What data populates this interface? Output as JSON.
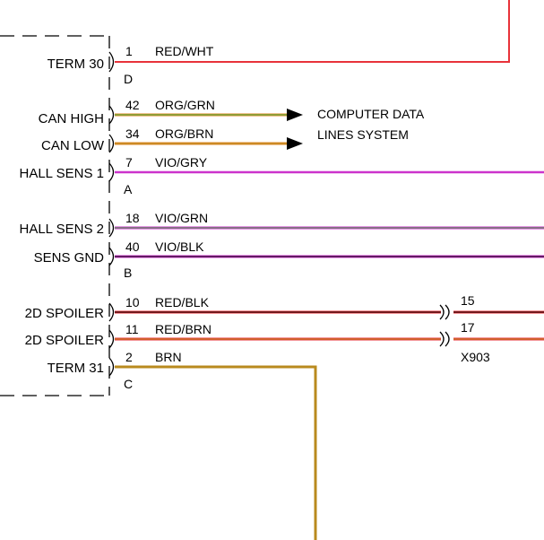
{
  "colors": {
    "red": "#e8323a",
    "white": "#ffffff",
    "orange": "#e08a2a",
    "green": "#3fae3f",
    "brown": "#b98a1e",
    "violet": "#cc33cc",
    "gray": "#9a9a9a",
    "black": "#000000"
  },
  "connector_pins": [
    {
      "pin": "1",
      "wire": "RED/WHT",
      "component_label": "TERM 30",
      "connector": "D"
    },
    {
      "pin": "42",
      "wire": "ORG/GRN",
      "component_label": "CAN HIGH"
    },
    {
      "pin": "34",
      "wire": "ORG/BRN",
      "component_label": "CAN LOW"
    },
    {
      "pin": "7",
      "wire": "VIO/GRY",
      "component_label": "HALL SENS 1",
      "connector": "A"
    },
    {
      "pin": "18",
      "wire": "VIO/GRN",
      "component_label": "HALL SENS 2"
    },
    {
      "pin": "40",
      "wire": "VIO/BLK",
      "component_label": "SENS GND",
      "connector": "B"
    },
    {
      "pin": "10",
      "wire": "RED/BLK",
      "component_label": "2D SPOILER"
    },
    {
      "pin": "11",
      "wire": "RED/BRN",
      "component_label": "2D SPOILER"
    },
    {
      "pin": "2",
      "wire": "BRN",
      "component_label": "TERM 31",
      "connector": "C"
    }
  ],
  "destination": {
    "line1": "COMPUTER DATA",
    "line2": "LINES SYSTEM"
  },
  "inline_connector": {
    "name": "X903",
    "pins": [
      "15",
      "17"
    ]
  }
}
